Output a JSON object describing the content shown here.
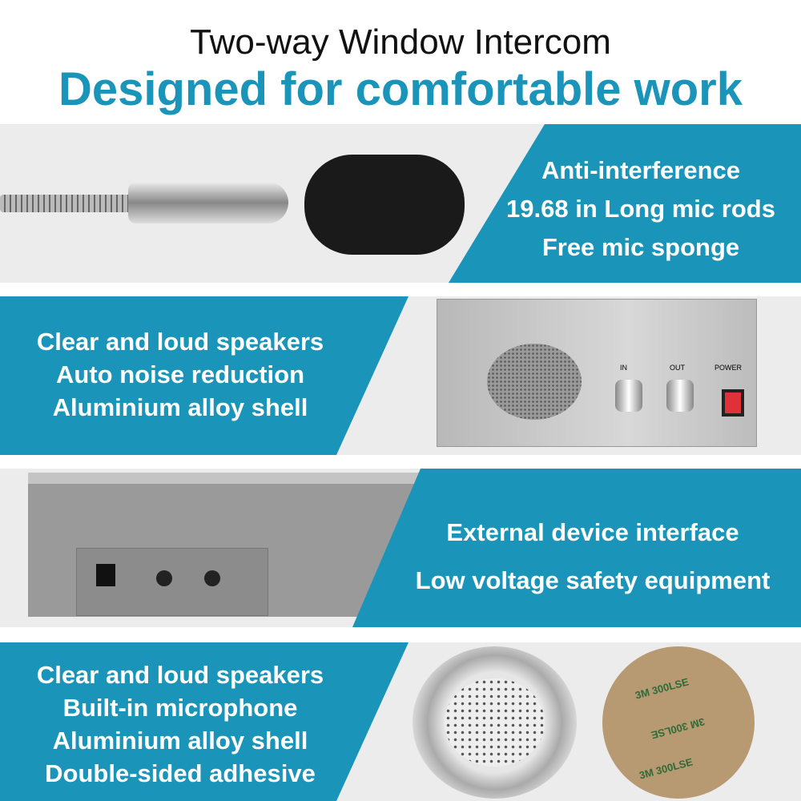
{
  "header": {
    "subtitle": "Two-way Window Intercom",
    "title": "Designed for comfortable work"
  },
  "accent_color": "#1a94b8",
  "sections": [
    {
      "lines": [
        "Anti-interference",
        "19.68 in Long mic rods",
        "Free mic sponge"
      ]
    },
    {
      "lines": [
        "Clear and loud speakers",
        "Auto noise reduction",
        "Aluminium alloy shell"
      ],
      "panel": {
        "in": "IN",
        "out": "OUT",
        "power": "POWER"
      }
    },
    {
      "lines": [
        "External device interface",
        "Low voltage safety equipment"
      ]
    },
    {
      "lines": [
        "Clear and loud speakers",
        "Built-in microphone",
        "Aluminium alloy shell",
        "Double-sided adhesive"
      ],
      "adhesive_label": "3M 300LSE"
    }
  ]
}
